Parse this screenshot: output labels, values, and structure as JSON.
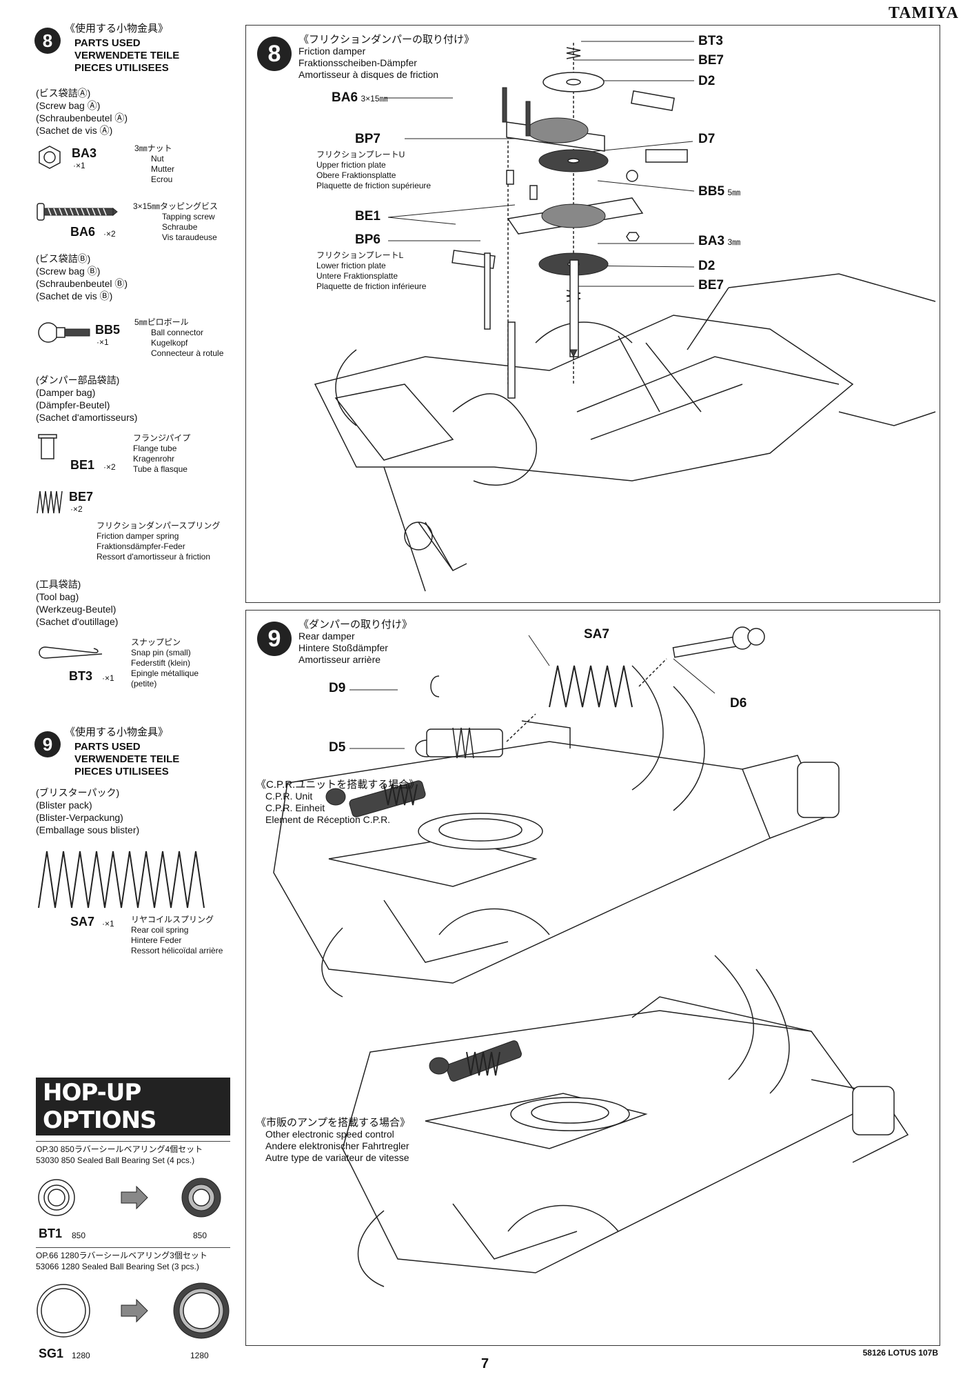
{
  "header": {
    "brand": "TAMIYA"
  },
  "left": {
    "step8": {
      "num": "8",
      "title_jp": "《使用する小物金具》",
      "title_en": "PARTS USED",
      "title_de": "VERWENDETE TEILE",
      "title_fr": "PIECES UTILISEES",
      "bagA": {
        "jp": "(ビス袋詰Ⓐ)",
        "en": "(Screw bag Ⓐ)",
        "de": "(Schraubenbeutel Ⓐ)",
        "fr": "(Sachet de vis Ⓐ)"
      },
      "ba3": {
        "code": "BA3",
        "qty": "·×1",
        "jp": "3㎜ナット",
        "en": "Nut",
        "de": "Mutter",
        "fr": "Ecrou"
      },
      "ba6": {
        "code": "BA6",
        "qty": "·×2",
        "jp": "3×15㎜タッピングビス",
        "en": "Tapping screw",
        "de": "Schraube",
        "fr": "Vis taraudeuse"
      },
      "bagB": {
        "jp": "(ビス袋詰Ⓑ)",
        "en": "(Screw bag Ⓑ)",
        "de": "(Schraubenbeutel Ⓑ)",
        "fr": "(Sachet de vis Ⓑ)"
      },
      "bb5": {
        "code": "BB5",
        "qty": "·×1",
        "jp": "5㎜ピロボール",
        "en": "Ball connector",
        "de": "Kugelkopf",
        "fr": "Connecteur à rotule"
      },
      "damperbag": {
        "jp": "(ダンパー部品袋詰)",
        "en": "(Damper bag)",
        "de": "(Dämpfer-Beutel)",
        "fr": "(Sachet d'amortisseurs)"
      },
      "be1": {
        "code": "BE1",
        "qty": "·×2",
        "jp": "フランジパイプ",
        "en": "Flange tube",
        "de": "Kragenrohr",
        "fr": "Tube à flasque"
      },
      "be7": {
        "code": "BE7",
        "qty": "·×2",
        "jp": "フリクションダンパースプリング",
        "en": "Friction damper spring",
        "de": "Fraktionsdämpfer-Feder",
        "fr": "Ressort d'amortisseur à friction"
      },
      "toolbag": {
        "jp": "(工具袋詰)",
        "en": "(Tool bag)",
        "de": "(Werkzeug-Beutel)",
        "fr": "(Sachet d'outillage)"
      },
      "bt3": {
        "code": "BT3",
        "qty": "·×1",
        "jp": "スナップピン",
        "en": "Snap pin (small)",
        "de": "Federstift (klein)",
        "fr": "Epingle métallique",
        "fr2": "(petite)"
      }
    },
    "step9": {
      "num": "9",
      "title_jp": "《使用する小物金具》",
      "title_en": "PARTS USED",
      "title_de": "VERWENDETE TEILE",
      "title_fr": "PIECES UTILISEES",
      "blister": {
        "jp": "(ブリスターパック)",
        "en": "(Blister pack)",
        "de": "(Blister-Verpackung)",
        "fr": "(Emballage sous blister)"
      },
      "sa7": {
        "code": "SA7",
        "qty": "·×1",
        "jp": "リヤコイルスプリング",
        "en": "Rear coil spring",
        "de": "Hintere Feder",
        "fr": "Ressort hélicoïdal arrière"
      }
    },
    "hopup": {
      "title": "HOP-UP OPTIONS",
      "op30_jp": "OP.30  850ラバーシールベアリング4個セット",
      "op30_en": "53030 850 Sealed Ball Bearing Set (4 pcs.)",
      "bt1_code": "BT1",
      "bt1_size": "850",
      "bt1_out": "850",
      "op66_jp": "OP.66  1280ラバーシールベアリング3個セット",
      "op66_en": "53066 1280 Sealed Ball Bearing Set (3 pcs.)",
      "sg1_code": "SG1",
      "sg1_size": "1280",
      "sg1_out": "1280"
    }
  },
  "panel8": {
    "num": "8",
    "title_jp": "《フリクションダンパーの取り付け》",
    "title_en": "Friction damper",
    "title_de": "Fraktionsscheiben-Dämpfer",
    "title_fr": "Amortisseur à disques de friction",
    "labels": {
      "bt3": "BT3",
      "be7a": "BE7",
      "d2a": "D2",
      "ba6": "BA6",
      "ba6_size": "3×15㎜",
      "bp7": "BP7",
      "d7": "D7",
      "bb5": "BB5",
      "bb5_size": "5㎜",
      "be1": "BE1",
      "bp6": "BP6",
      "ba3": "BA3",
      "ba3_size": "3㎜",
      "d2b": "D2",
      "be7b": "BE7"
    },
    "upper": {
      "jp": "フリクションプレートU",
      "en": "Upper friction plate",
      "de": "Obere Fraktionsplatte",
      "fr": "Plaquette de friction supérieure"
    },
    "lower": {
      "jp": "フリクションプレートL",
      "en": "Lower friction plate",
      "de": "Untere Fraktionsplatte",
      "fr": "Plaquette de friction inférieure"
    }
  },
  "panel9": {
    "num": "9",
    "title_jp": "《ダンパーの取り付け》",
    "title_en": "Rear damper",
    "title_de": "Hintere Stoßdämpfer",
    "title_fr": "Amortisseur arrière",
    "labels": {
      "sa7": "SA7",
      "d9": "D9",
      "d6": "D6",
      "d5": "D5"
    },
    "cpr": {
      "jp": "《C.P.R.ユニットを搭載する場合》",
      "en": "C.P.R. Unit",
      "de": "C.P.R. Einheit",
      "fr": "Element de Réception C.P.R."
    },
    "esc": {
      "jp": "《市販のアンプを搭載する場合》",
      "en": "Other electronic speed control",
      "de": "Andere elektronischer Fahrtregler",
      "fr": "Autre type de variateur de vitesse"
    }
  },
  "footer": {
    "page": "7",
    "model": "58126 LOTUS 107B"
  }
}
